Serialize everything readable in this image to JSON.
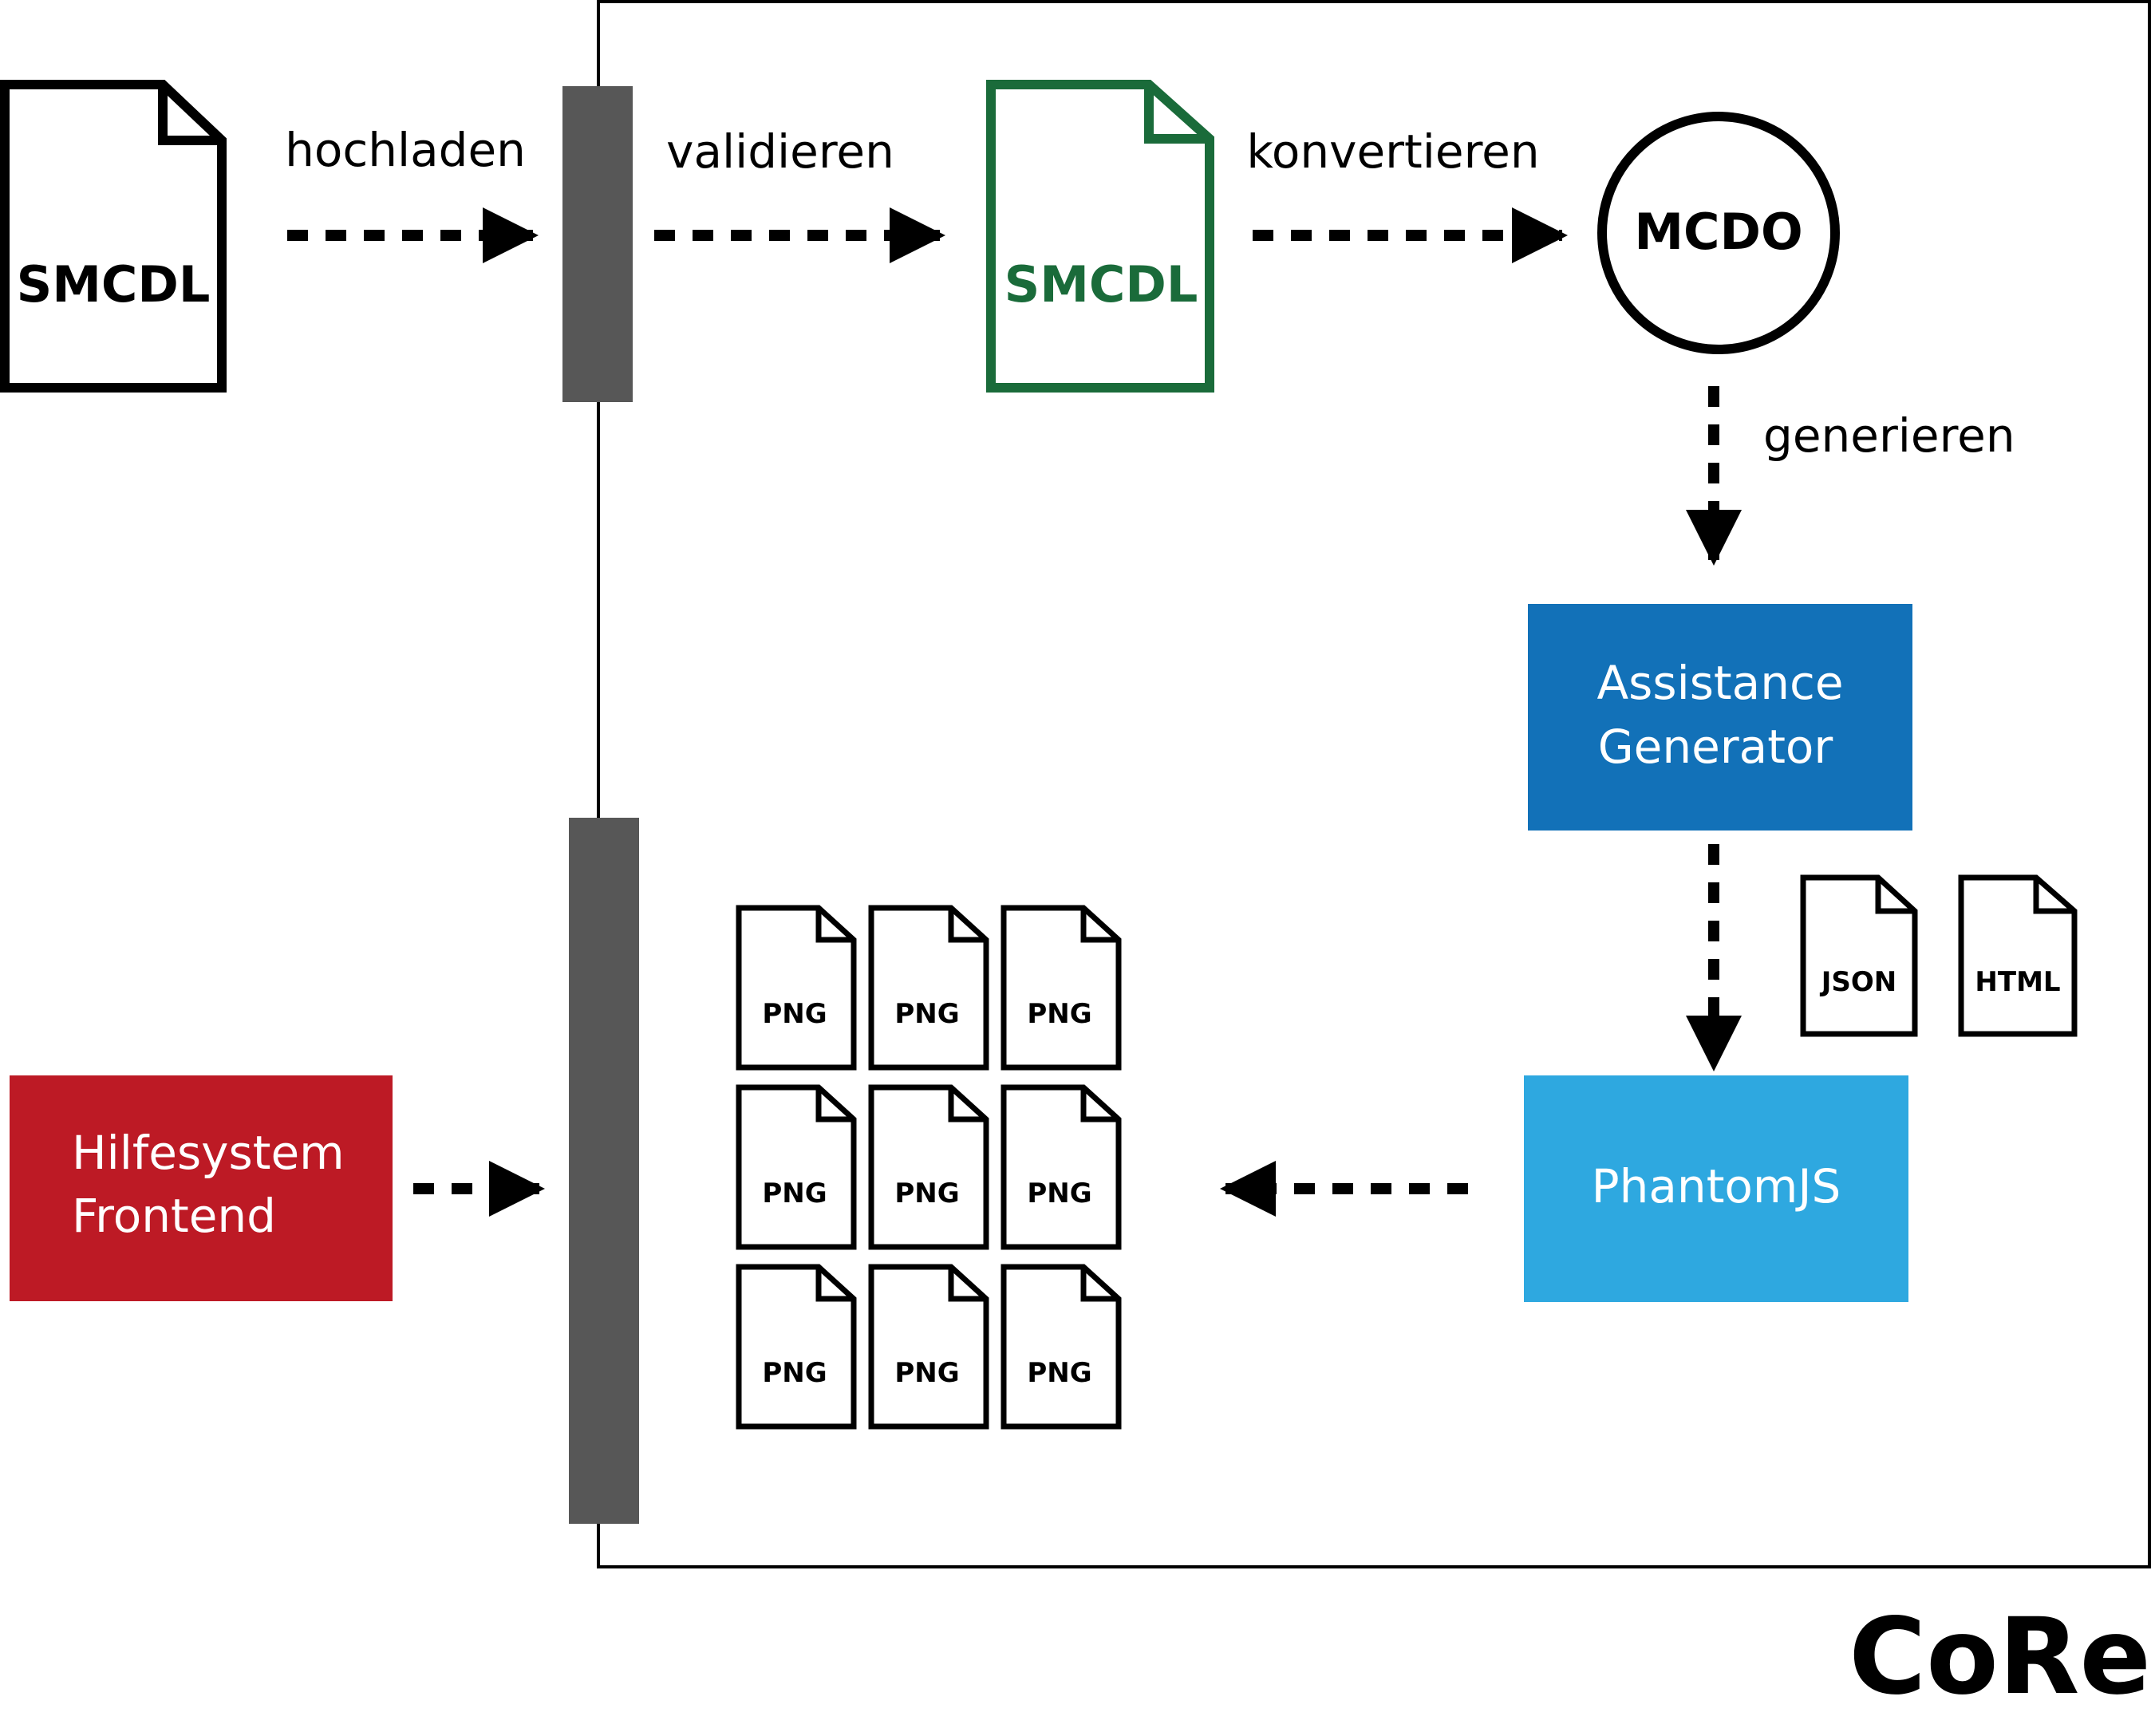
{
  "labels": {
    "upload": "hochladen",
    "validate": "validieren",
    "convert": "konvertieren",
    "generate": "generieren"
  },
  "documents": {
    "smcdl_input": "SMCDL",
    "smcdl_valid": "SMCDL",
    "json": "JSON",
    "html": "HTML",
    "png": [
      "PNG",
      "PNG",
      "PNG",
      "PNG",
      "PNG",
      "PNG",
      "PNG",
      "PNG",
      "PNG"
    ]
  },
  "nodes": {
    "mcdo": "MCDO",
    "assistance_line1": "Assistance",
    "assistance_line2": "Generator",
    "phantomjs": "PhantomJS",
    "frontend_line1": "Hilfesystem",
    "frontend_line2": "Frontend"
  },
  "container_label": "CoRe",
  "colors": {
    "valid_green": "#1a6b3a",
    "assistance_blue": "#1271b8",
    "phantom_blue": "#2ea8e0",
    "frontend_red": "#bd1a25",
    "interface_bar": "#575757"
  }
}
